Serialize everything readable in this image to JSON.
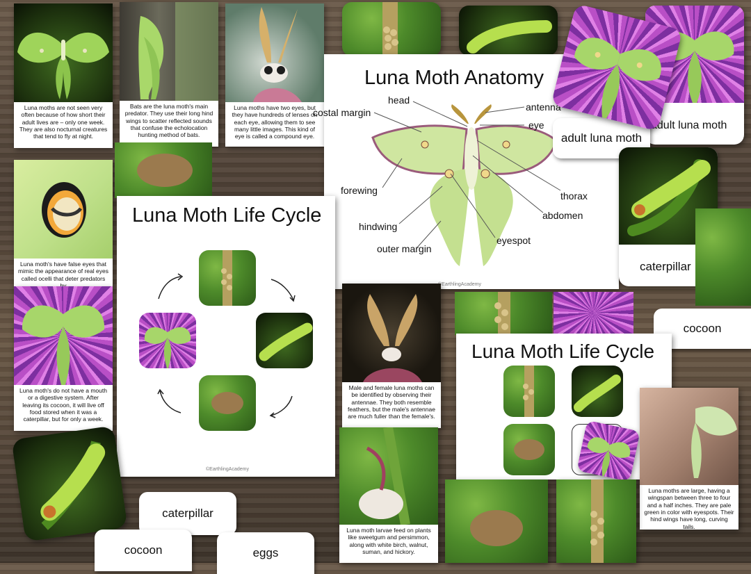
{
  "captions": {
    "short_life": "Luna moths are not seen very often because of how short their adult lives are – only one week. They are also nocturnal creatures that tend to fly at night.",
    "bats": "Bats are the luna moth's main predator. They use their long hind wings to scatter reflected sounds that confuse the echolocation hunting method of bats.",
    "eyes": "Luna moths have two eyes, but they have hundreds of lenses on each eye, allowing them to see many little images. This kind of eye is called a compound eye.",
    "false_eyes": "Luna moth's have false eyes that mimic the appearance of real eyes called ocelli that deter predators by",
    "no_mouth": "Luna moth's do not have a mouth or a digestive system. After leaving its cocoon, it will live off food stored when it was a caterpillar, but for only a week.",
    "antennae": "Male and female luna moths can be identified by observing their antennae. They both resemble feathers, but the male's antennae are much fuller than the female's.",
    "larvae": "Luna moth larvae feed on plants like sweetgum and persimmon, along with white birch, walnut, suman, and hickory.",
    "large": "Luna moths are large, having a wingspan between three to four and a half inches. They are pale green in color with eyespots. Their hind wings have long, curving tails."
  },
  "anatomy": {
    "title": "Luna Moth Anatomy",
    "labels": {
      "costal": "costal margin",
      "head": "head",
      "antenna": "antenna",
      "eye": "eye",
      "forewing": "forewing",
      "thorax": "thorax",
      "abdomen": "abdomen",
      "hindwing": "hindwing",
      "eyespot": "eyespot",
      "outer": "outer margin"
    },
    "credit": "©EarthlingAcademy"
  },
  "lifecycle_main": {
    "title": "Luna Moth Life Cycle",
    "credit": "©EarthlingAcademy"
  },
  "lifecycle_small": {
    "title": "Luna Moth Life Cycle"
  },
  "labels": {
    "adult1": "adult luna moth",
    "adult2": "adult luna moth",
    "caterpillar1": "caterpillar",
    "caterpillar2": "caterpillar",
    "cocoon1": "cocoon",
    "cocoon2": "cocoon",
    "eggs": "eggs"
  },
  "colors": {
    "moth_green": "#bfe08a",
    "wing_edge": "#8a4a6a",
    "flower_purple": "#b94fc6",
    "leaf_green": "#4d8a2a"
  }
}
